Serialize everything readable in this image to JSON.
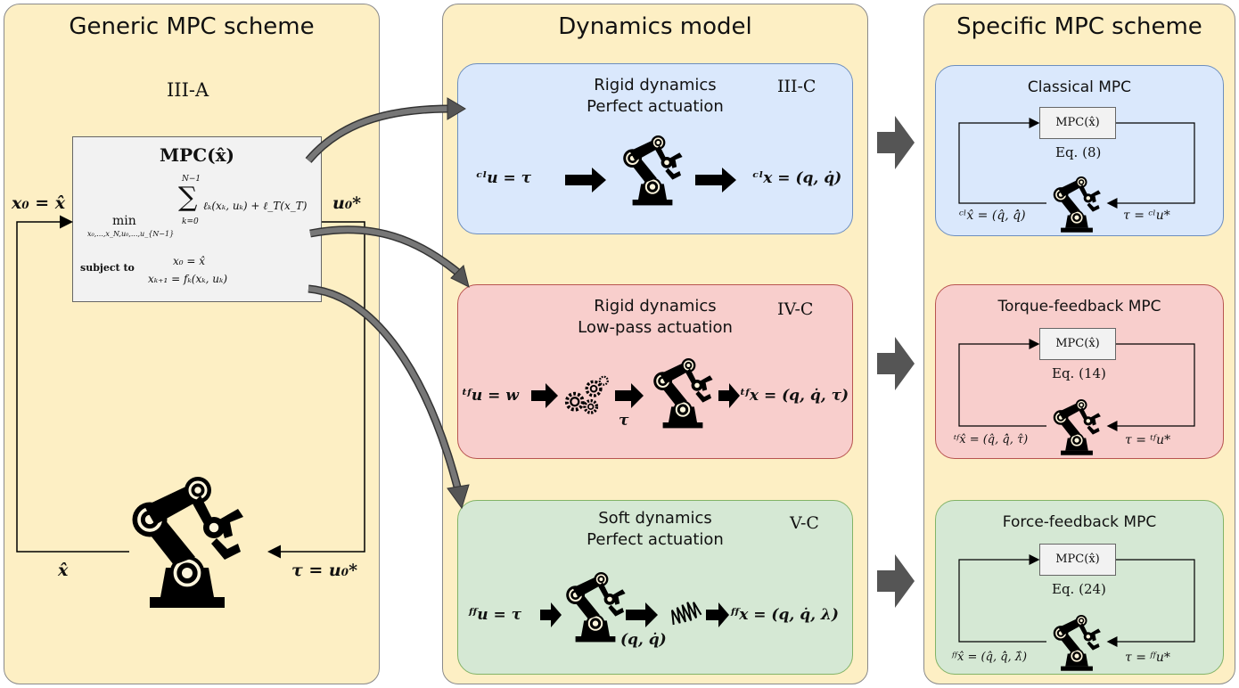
{
  "columns": {
    "generic": {
      "title": "Generic MPC scheme",
      "section": "III-A"
    },
    "dynamics": {
      "title": "Dynamics model"
    },
    "specific": {
      "title": "Specific MPC scheme"
    }
  },
  "generic": {
    "mpc_title": "MPC(x̂)",
    "min_label": "min",
    "min_sub": "x₀,...,x_N,u₀,...,u_{N−1}",
    "sum_top": "N−1",
    "sum_bottom": "k=0",
    "objective": "ℓₖ(xₖ, uₖ) + ℓ_T(x_T)",
    "subject_to": "subject to",
    "constraint_1": "x₀ = x̂",
    "constraint_2": "xₖ₊₁ = fₖ(xₖ, uₖ)",
    "input_label": "x₀ = x̂",
    "output_label": "u₀*",
    "feedback_label": "x̂",
    "torque_label": "τ = u₀*"
  },
  "dynamics": {
    "rigid_perfect": {
      "title_1": "Rigid dynamics",
      "title_2": "Perfect actuation",
      "section": "III-C",
      "input": "ᶜˡu = τ",
      "output": "ᶜˡx = (q, q̇)"
    },
    "rigid_lowpass": {
      "title_1": "Rigid dynamics",
      "title_2": "Low-pass actuation",
      "section": "IV-C",
      "input": "ᵗᶠu = w",
      "middle": "τ",
      "output": "ᵗᶠx = (q, q̇, τ)"
    },
    "soft_perfect": {
      "title_1": "Soft dynamics",
      "title_2": "Perfect actuation",
      "section": "V-C",
      "input": "ᶠᶠu = τ",
      "middle": "(q, q̇)",
      "output": "ᶠᶠx = (q, q̇, λ)"
    }
  },
  "specific": {
    "classical": {
      "title": "Classical MPC",
      "mpc_label": "MPC(x̂)",
      "eq": "Eq. (8)",
      "state": "ᶜˡx̂ = (q̂, q̂̇)",
      "torque": "τ = ᶜˡu*"
    },
    "torque_feedback": {
      "title": "Torque-feedback MPC",
      "mpc_label": "MPC(x̂)",
      "eq": "Eq. (14)",
      "state": "ᵗᶠx̂ = (q̂, q̂̇, τ̂)",
      "torque": "τ = ᵗᶠu*"
    },
    "force_feedback": {
      "title": "Force-feedback MPC",
      "mpc_label": "MPC(x̂)",
      "eq": "Eq. (24)",
      "state": "ᶠᶠx̂ = (q̂, q̂̇, λ̂)",
      "torque": "τ = ᶠᶠu*"
    }
  },
  "colors": {
    "column_bg": "#fdefc4",
    "blue": "#dae8fc",
    "red": "#f8cecc",
    "green": "#d5e8d4",
    "arrow_gray": "#555555"
  }
}
